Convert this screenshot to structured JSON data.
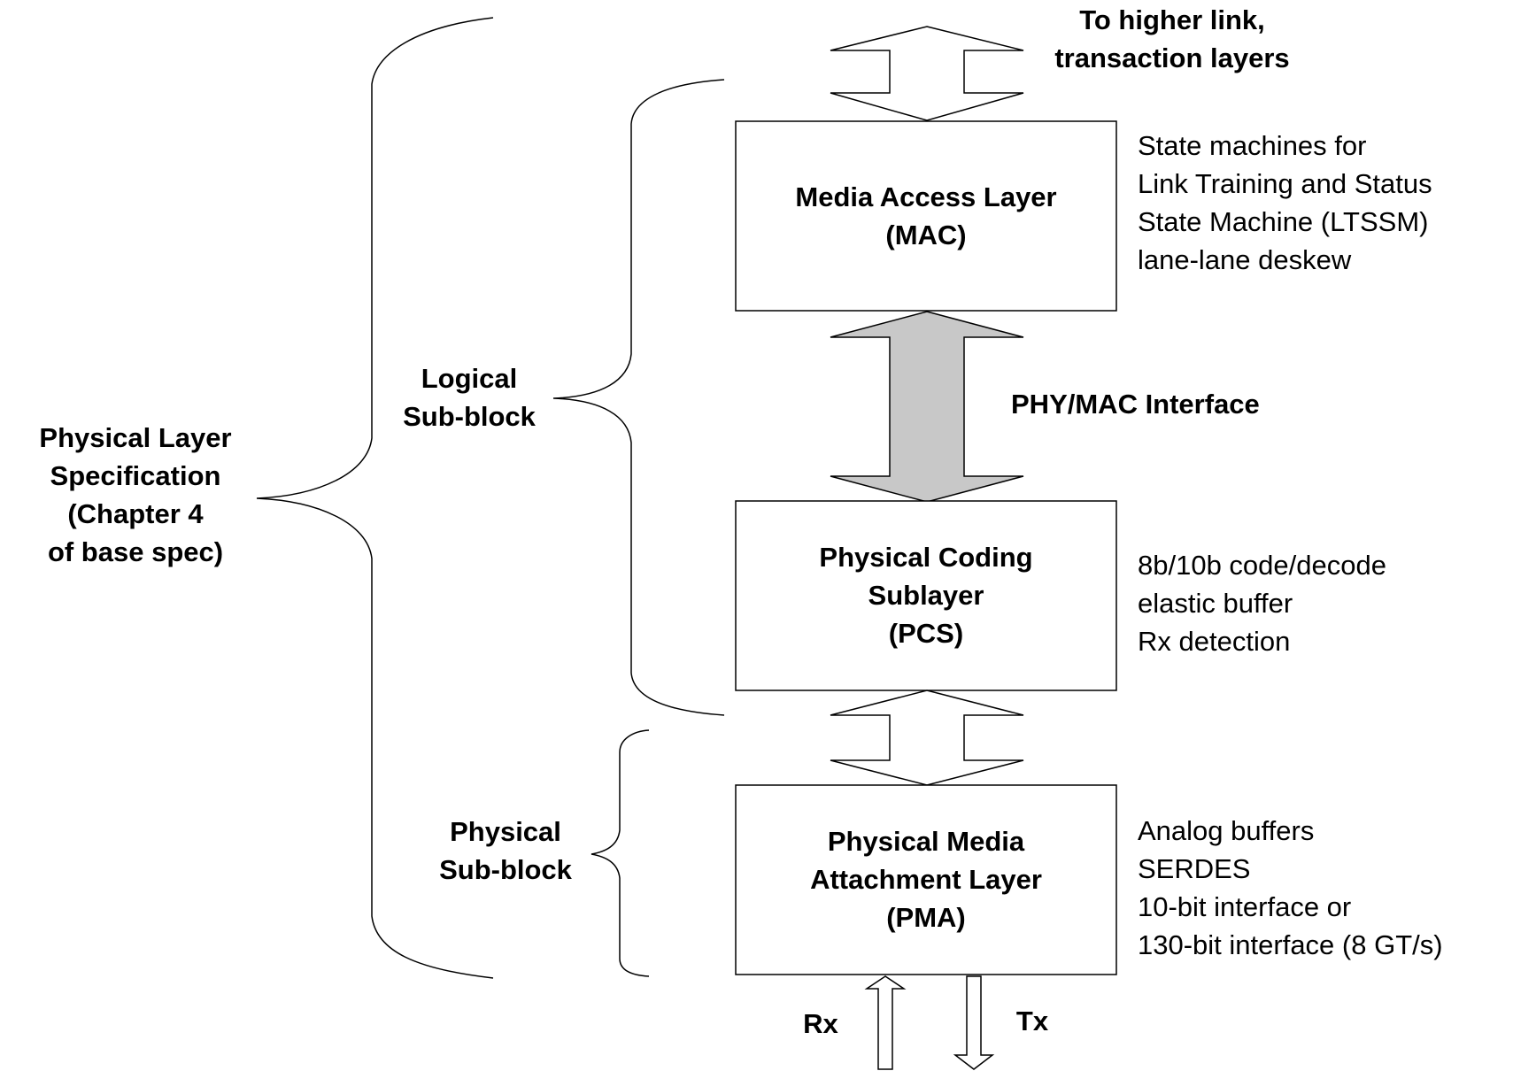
{
  "top_arrow_label": {
    "line1": "To higher link,",
    "line2": "transaction layers"
  },
  "blocks": {
    "mac": {
      "line1": "Media Access Layer",
      "line2": "(MAC)",
      "notes": [
        "State machines for",
        "Link Training and Status",
        "State Machine (LTSSM)",
        "lane-lane deskew"
      ]
    },
    "pcs": {
      "line1": "Physical Coding",
      "line2": "Sublayer",
      "line3": "(PCS)",
      "notes": [
        "8b/10b code/decode",
        "elastic buffer",
        "Rx detection"
      ]
    },
    "pma": {
      "line1": "Physical Media",
      "line2": "Attachment Layer",
      "line3": "(PMA)",
      "notes": [
        "Analog buffers",
        "SERDES",
        "10-bit interface or",
        "130-bit interface (8 GT/s)"
      ]
    }
  },
  "interface_label": "PHY/MAC Interface",
  "braces": {
    "physical_layer_spec": {
      "line1": "Physical Layer",
      "line2": "Specification",
      "line3": "(Chapter 4",
      "line4": "of base spec)"
    },
    "logical_sub_block": {
      "line1": "Logical",
      "line2": "Sub-block"
    },
    "physical_sub_block": {
      "line1": "Physical",
      "line2": "Sub-block"
    }
  },
  "io_labels": {
    "rx": "Rx",
    "tx": "Tx"
  },
  "colors": {
    "stroke": "#000000",
    "phy_mac_arrow_fill": "#c8c8c8",
    "background": "#ffffff"
  }
}
